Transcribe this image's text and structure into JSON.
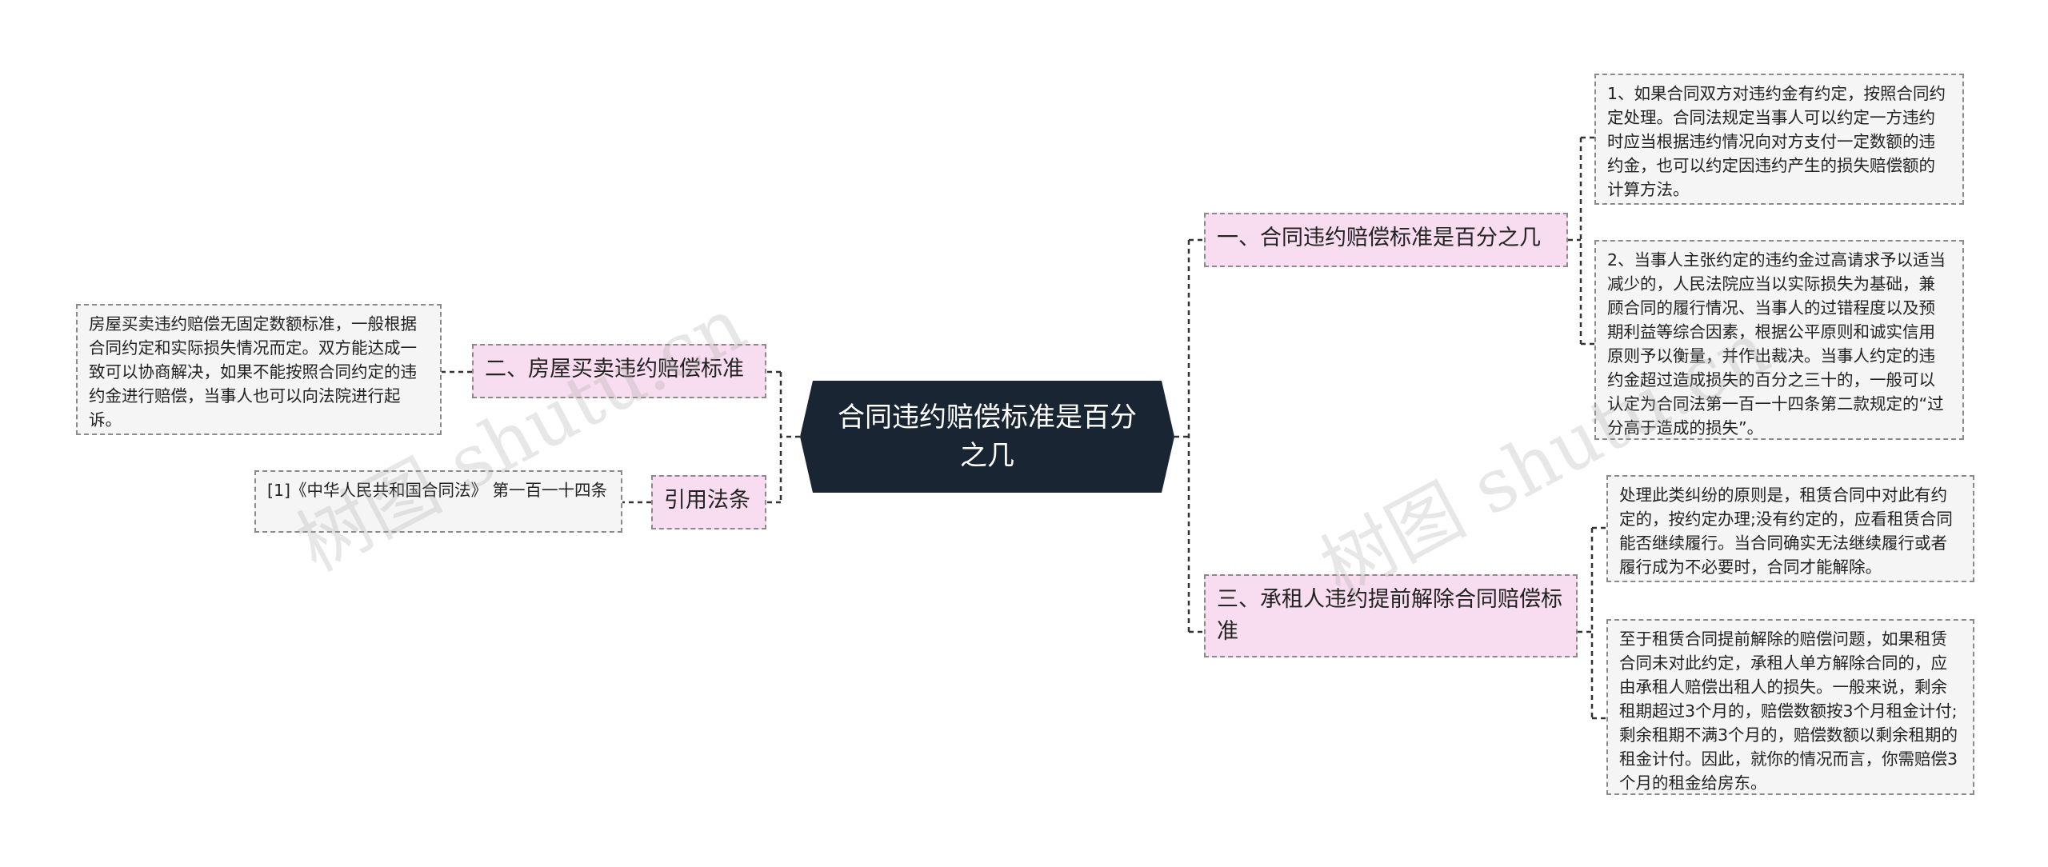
{
  "root": "合同违约赔偿标准是百分之几",
  "branches": {
    "b1": "一、合同违约赔偿标准是百分之几",
    "b2": "二、房屋买卖违约赔偿标准",
    "b3": "三、承租人违约提前解除合同赔偿标准",
    "b4": "引用法条"
  },
  "leaves": {
    "l1": "1、如果合同双方对违约金有约定，按照合同约定处理。合同法规定当事人可以约定一方违约时应当根据违约情况向对方支付一定数额的违约金，也可以约定因违约产生的损失赔偿额的计算方法。",
    "l2": "2、当事人主张约定的违约金过高请求予以适当减少的，人民法院应当以实际损失为基础，兼顾合同的履行情况、当事人的过错程度以及预期利益等综合因素，根据公平原则和诚实信用原则予以衡量，并作出裁决。当事人约定的违约金超过造成损失的百分之三十的，一般可以认定为合同法第一百一十四条第二款规定的“过分高于造成的损失”。",
    "l3": "房屋买卖违约赔偿无固定数额标准，一般根据合同约定和实际损失情况而定。双方能达成一致可以协商解决，如果不能按照合同约定的违约金进行赔偿，当事人也可以向法院进行起诉。",
    "l4": "[1]《中华人民共和国合同法》 第一百一十四条",
    "l5": "处理此类纠纷的原则是，租赁合同中对此有约定的，按约定办理;没有约定的，应看租赁合同能否继续履行。当合同确实无法继续履行或者履行成为不必要时，合同才能解除。",
    "l6": "至于租赁合同提前解除的赔偿问题，如果租赁合同未对此约定，承租人单方解除合同的，应由承租人赔偿出租人的损失。一般来说，剩余租期超过3个月的，赔偿数额按3个月租金计付;剩余租期不满3个月的，赔偿数额以剩余租期的租金计付。因此，就你的情况而言，你需赔偿3个月的租金给房东。"
  },
  "watermarks": [
    "树图 shutu.cn",
    "树图 shutu.cn"
  ]
}
